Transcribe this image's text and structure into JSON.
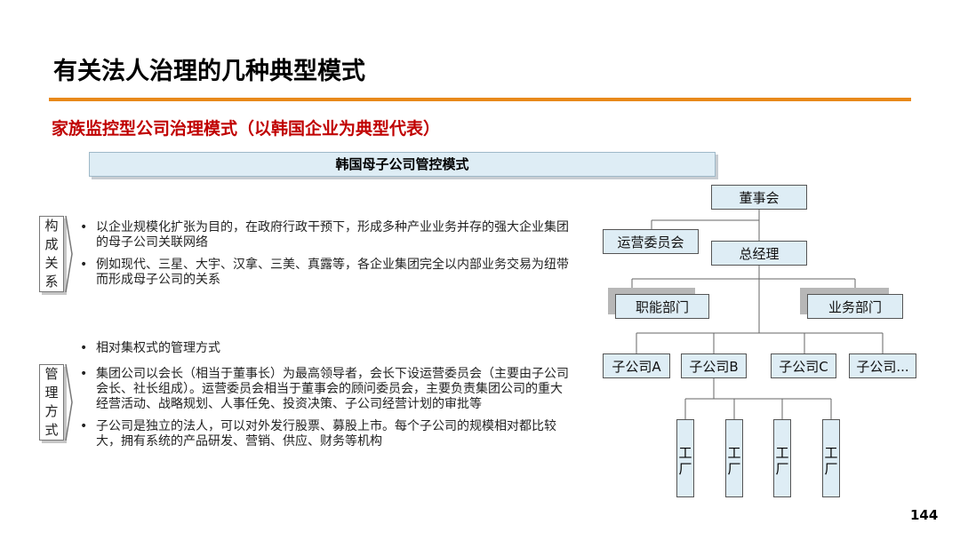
{
  "title": "有关法人治理的几种典型模式",
  "subtitle": "家族监控型公司治理模式（以韩国企业为典型代表）",
  "section_title": "韩国母子公司管控模式",
  "colors": {
    "accent_rule": "#e8891a",
    "subtitle": "#c00000",
    "box_fill": "#deedf5"
  },
  "tags": {
    "structure": [
      "构",
      "成",
      "关",
      "系"
    ],
    "management": [
      "管",
      "理",
      "方",
      "式"
    ]
  },
  "structure_points": [
    "以企业规模化扩张为目的，在政府行政干预下，形成多种产业业务并存的强大企业集团的母子公司关联网络",
    "例如现代、三星、大宇、汉拿、三美、真露等，各企业集团完全以内部业务交易为纽带而形成母子公司的关系"
  ],
  "management_points": [
    "相对集权式的管理方式",
    "集团公司以会长（相当于董事长）为最高领导者，会长下设运营委员会（主要由子公司会长、社长组成）。运营委员会相当于董事会的顾问委员会，主要负责集团公司的重大经营活动、战略规划、人事任免、投资决策、子公司经营计划的审批等",
    "子公司是独立的法人，可以对外发行股票、募股上市。每个子公司的规模相对都比较大，拥有系统的产品研发、营销、供应、财务等机构"
  ],
  "org": {
    "board": "董事会",
    "ops_committee": "运营委员会",
    "gm": "总经理",
    "functional": "职能部门",
    "business": "业务部门",
    "subsidiaries": [
      "子公司A",
      "子公司B",
      "子公司C",
      "子公司..."
    ],
    "factories": [
      [
        "工",
        "厂"
      ],
      [
        "工",
        "厂"
      ],
      [
        "工",
        "厂"
      ],
      [
        "工",
        "厂"
      ]
    ]
  },
  "page_number": "144"
}
